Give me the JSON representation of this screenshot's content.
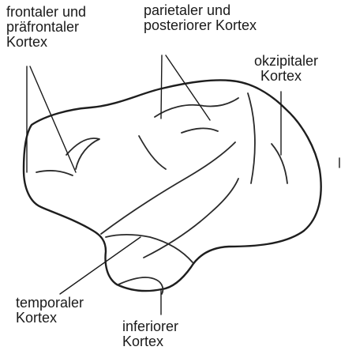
{
  "labels": {
    "frontal": [
      "frontaler und",
      "präfrontaler",
      "Kortex"
    ],
    "parietal": [
      "parietaler und",
      "posteriorer Kortex"
    ],
    "occipital": [
      "okzipitaler",
      "Kortex"
    ],
    "temporal": [
      "temporaler",
      "Kortex"
    ],
    "inferior": [
      "inferiorer",
      "Kortex"
    ]
  }
}
